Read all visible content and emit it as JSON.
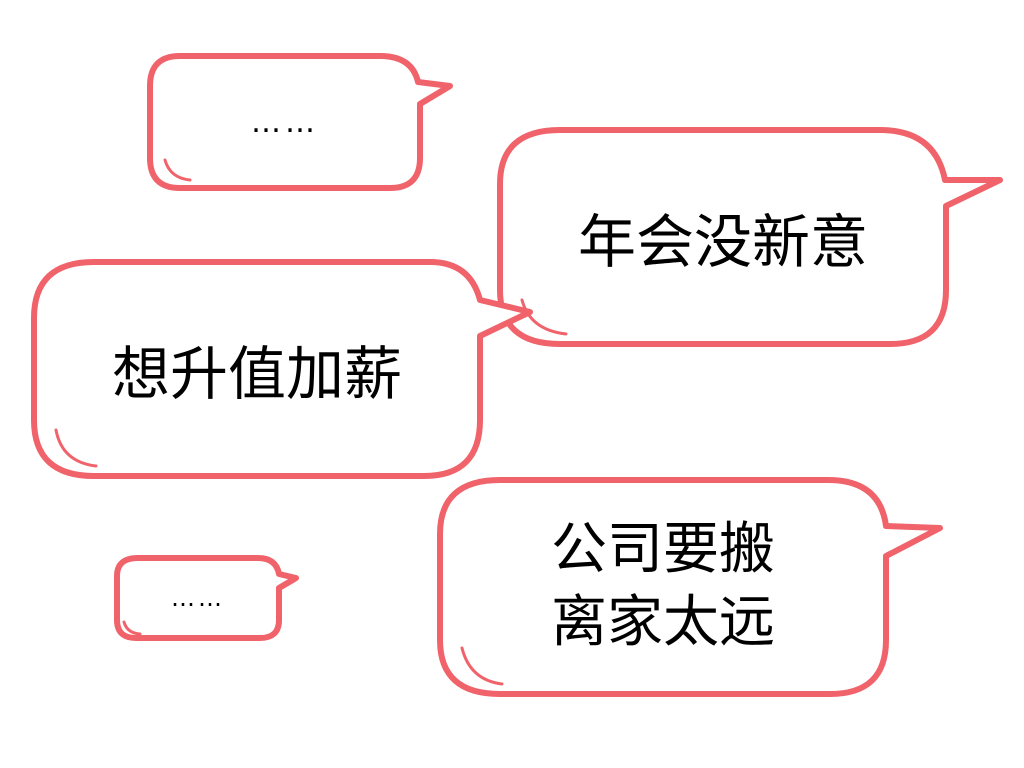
{
  "colors": {
    "bubble_stroke": "#f0636b",
    "bubble_fill": "#ffffff",
    "text": "#000000"
  },
  "bubbles": {
    "dots_top": {
      "text": "……"
    },
    "nianhui": {
      "text": "年会没新意"
    },
    "xiangsheng": {
      "text": "想升值加薪"
    },
    "dots_bottom": {
      "text": "……"
    },
    "gongsi": {
      "line1": "公司要搬",
      "line2": "离家太远"
    }
  }
}
